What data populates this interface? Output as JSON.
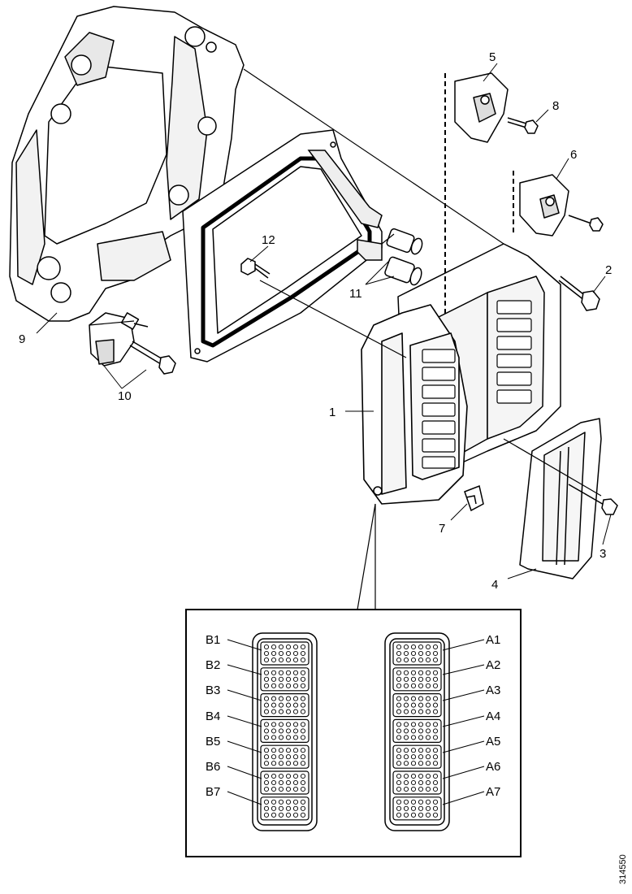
{
  "callouts": {
    "c1": "1",
    "c2": "2",
    "c3": "3",
    "c4": "4",
    "c5": "5",
    "c6": "6",
    "c7": "7",
    "c8": "8",
    "c9": "9",
    "c10": "10",
    "c11": "11",
    "c12": "12"
  },
  "connector_b": [
    "B1",
    "B2",
    "B3",
    "B4",
    "B5",
    "B6",
    "B7"
  ],
  "connector_a": [
    "A1",
    "A2",
    "A3",
    "A4",
    "A5",
    "A6",
    "A7"
  ],
  "reference_number": "314550"
}
